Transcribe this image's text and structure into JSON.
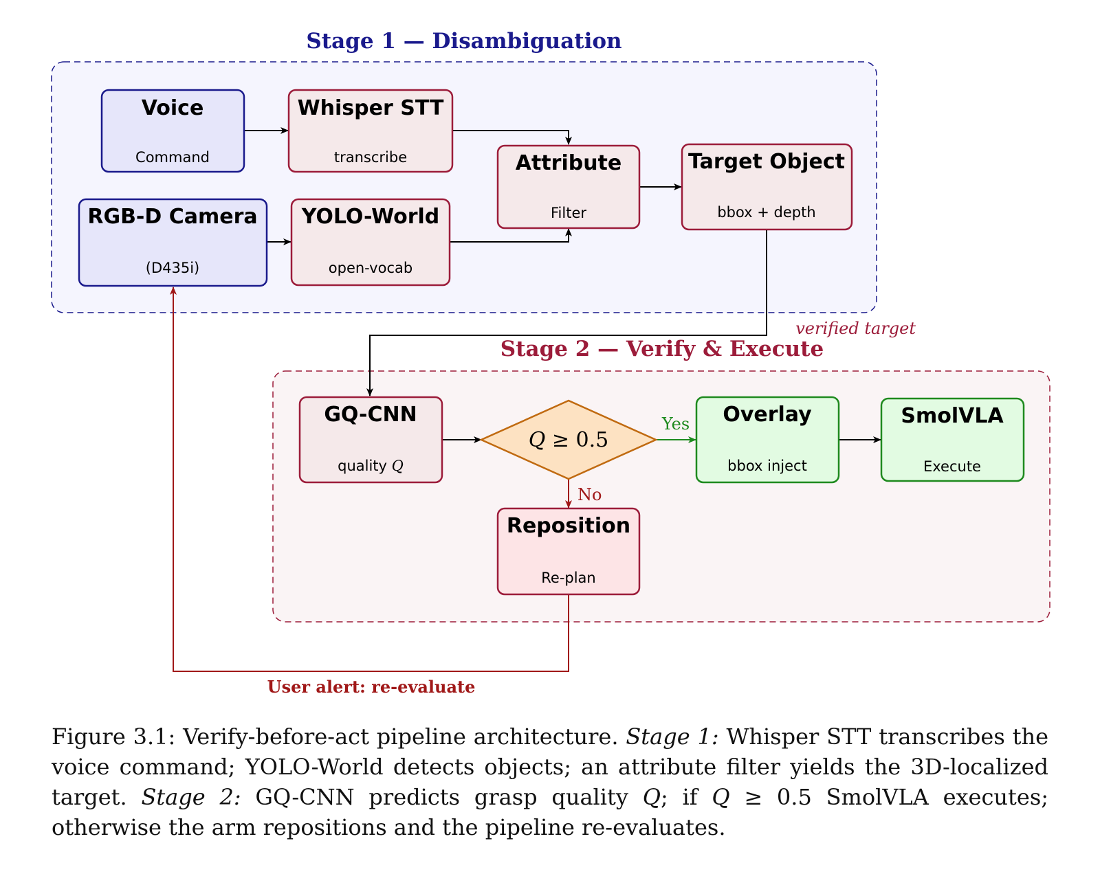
{
  "stage1": {
    "title": "Stage 1 — Disambiguation",
    "color": "#1a1a8c",
    "nodes": {
      "voice": {
        "title": "Voice",
        "sub": "Command"
      },
      "whisper": {
        "title": "Whisper STT",
        "sub": "transcribe"
      },
      "camera": {
        "title": "RGB-D Camera",
        "sub": "(D435i)"
      },
      "yolo": {
        "title": "YOLO-World",
        "sub": "open-vocab"
      },
      "attribute": {
        "title": "Attribute",
        "sub": "Filter"
      },
      "target": {
        "title": "Target Object",
        "sub": "bbox + depth"
      }
    }
  },
  "edge_labels": {
    "verified": "verified target",
    "yes": "Yes",
    "no": "No",
    "user_alert": "User alert: re-evaluate"
  },
  "stage2": {
    "title": "Stage 2 — Verify & Execute",
    "color": "#9c1c3a",
    "nodes": {
      "gqcnn": {
        "title": "GQ-CNN",
        "sub_prefix": "quality ",
        "sub_var": "Q"
      },
      "decision": {
        "var": "Q",
        "op": " ≥ 0.5"
      },
      "overlay": {
        "title": "Overlay",
        "sub": "bbox inject"
      },
      "smolvla": {
        "title": "SmolVLA",
        "sub": "Execute"
      },
      "reposition": {
        "title": "Reposition",
        "sub": "Re-plan"
      }
    }
  },
  "colors": {
    "blue_border": "#1a1a8c",
    "blue_fill": "#e6e6fa",
    "red_border": "#9c1c3a",
    "red_fill": "#f5e9ea",
    "reposition_fill": "#fde4e6",
    "green_border": "#1e8a1e",
    "green_fill": "#e2fbe2",
    "orange_border": "#c06a10",
    "orange_fill": "#fde2c2",
    "feedback_arrow": "#a01818"
  },
  "caption": {
    "p1": "Figure 3.1: Verify-before-act pipeline architecture. ",
    "stage1_label": "Stage 1:",
    "p2": " Whisper STT transcribes the voice command; YOLO-World detects objects; an attribute filter yields the 3D-localized target. ",
    "stage2_label": "Stage 2:",
    "p3": " GQ-CNN predicts grasp quality ",
    "q1": "Q",
    "p4": "; if ",
    "q2": "Q",
    "p5": " ≥ 0.5 SmolVLA executes; otherwise the arm repositions and the pipeline re-evaluates."
  }
}
